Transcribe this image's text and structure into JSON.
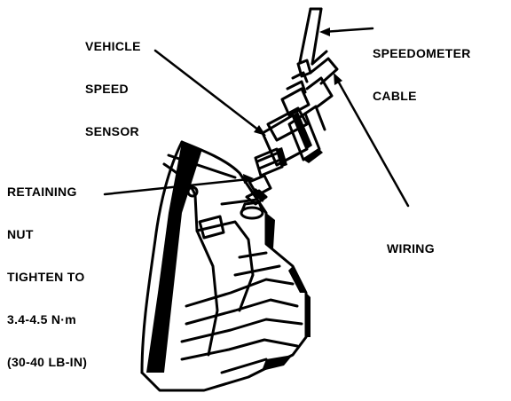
{
  "labels": {
    "vehicle_speed_sensor": [
      "VEHICLE",
      "SPEED",
      "SENSOR"
    ],
    "speedometer_cable": [
      "SPEEDOMETER",
      "CABLE"
    ],
    "retaining_nut": [
      "RETAINING",
      "NUT",
      "TIGHTEN TO",
      "3.4-4.5 N·m",
      "(30-40 LB-IN)"
    ],
    "wiring": [
      "WIRING"
    ]
  },
  "colors": {
    "line": "#000000",
    "background": "#ffffff"
  }
}
